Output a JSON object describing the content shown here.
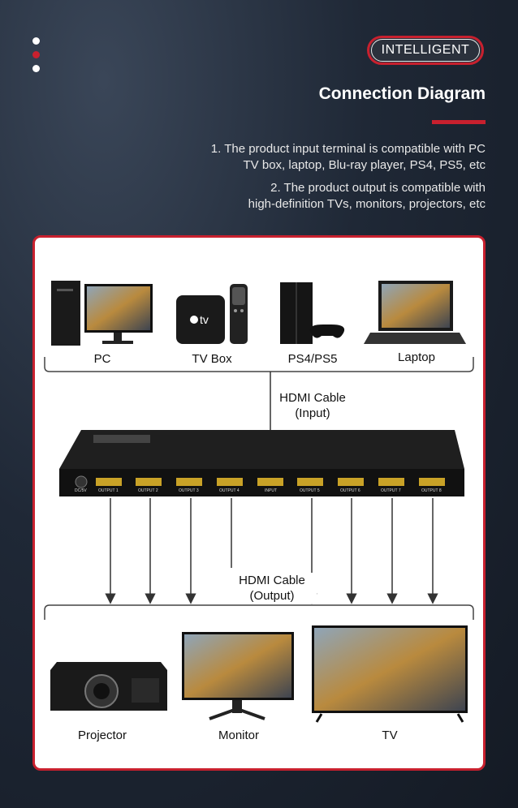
{
  "badge": "INTELLIGENT",
  "title": "Connection Diagram",
  "desc1": [
    "1. The product input terminal is compatible with PC",
    "TV box, laptop, Blu-ray player, PS4, PS5, etc"
  ],
  "desc2": [
    "2. The product output is compatible with",
    "high-definition TVs, monitors, projectors, etc"
  ],
  "inputs": [
    "PC",
    "TV Box",
    "PS4/PS5",
    "Laptop"
  ],
  "cable_input": [
    "HDMI Cable",
    "(Input)"
  ],
  "cable_output": [
    "HDMI Cable",
    "(Output)"
  ],
  "ports": [
    "DC/5V",
    "OUTPUT 1",
    "OUTPUT 2",
    "OUTPUT 3",
    "OUTPUT 4",
    "INPUT",
    "OUTPUT 5",
    "OUTPUT 6",
    "OUTPUT 7",
    "OUTPUT 8"
  ],
  "outputs": [
    "Projector",
    "Monitor",
    "TV"
  ],
  "appletv_text": "tv",
  "colors": {
    "accent": "#c8202e"
  }
}
